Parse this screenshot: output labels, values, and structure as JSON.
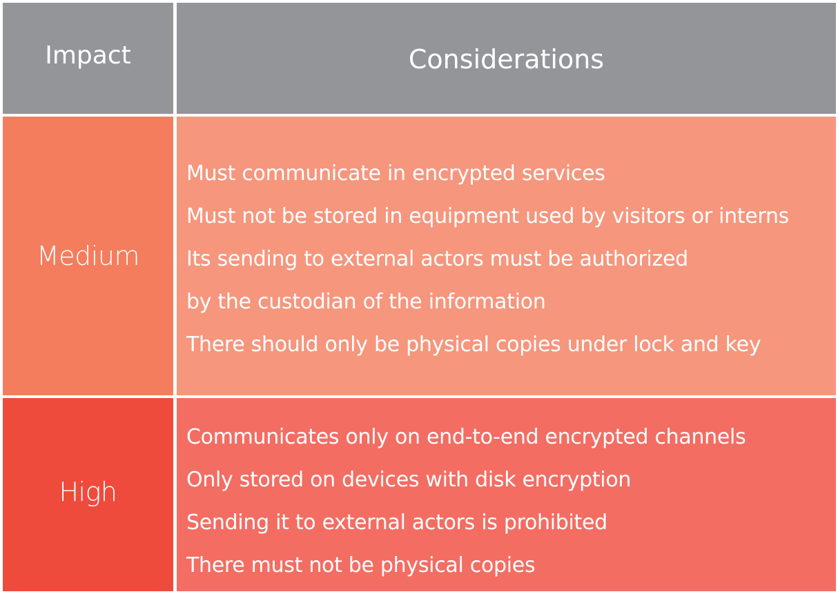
{
  "header": {
    "impact": "Impact",
    "considerations": "Considerations"
  },
  "rows": [
    {
      "impact": "Medium",
      "considerations": [
        "Must communicate in encrypted services",
        "Must not be stored in equipment used by visitors or interns",
        "Its sending to external actors must be authorized",
        "by the custodian of the information",
        "There should only be physical copies under lock and key"
      ]
    },
    {
      "impact": "High",
      "considerations": [
        "Communicates only on end-to-end encrypted channels",
        "Only stored on devices with disk encryption",
        "Sending it to external actors is prohibited",
        "There must not be physical copies"
      ]
    }
  ],
  "colors": {
    "header_bg": "#939598",
    "medium_impact_bg": "#f47d5e",
    "medium_considerations_bg": "#f6967d",
    "high_impact_bg": "#ef4b3c",
    "high_considerations_bg": "#f36d63",
    "text": "#ffffff"
  }
}
